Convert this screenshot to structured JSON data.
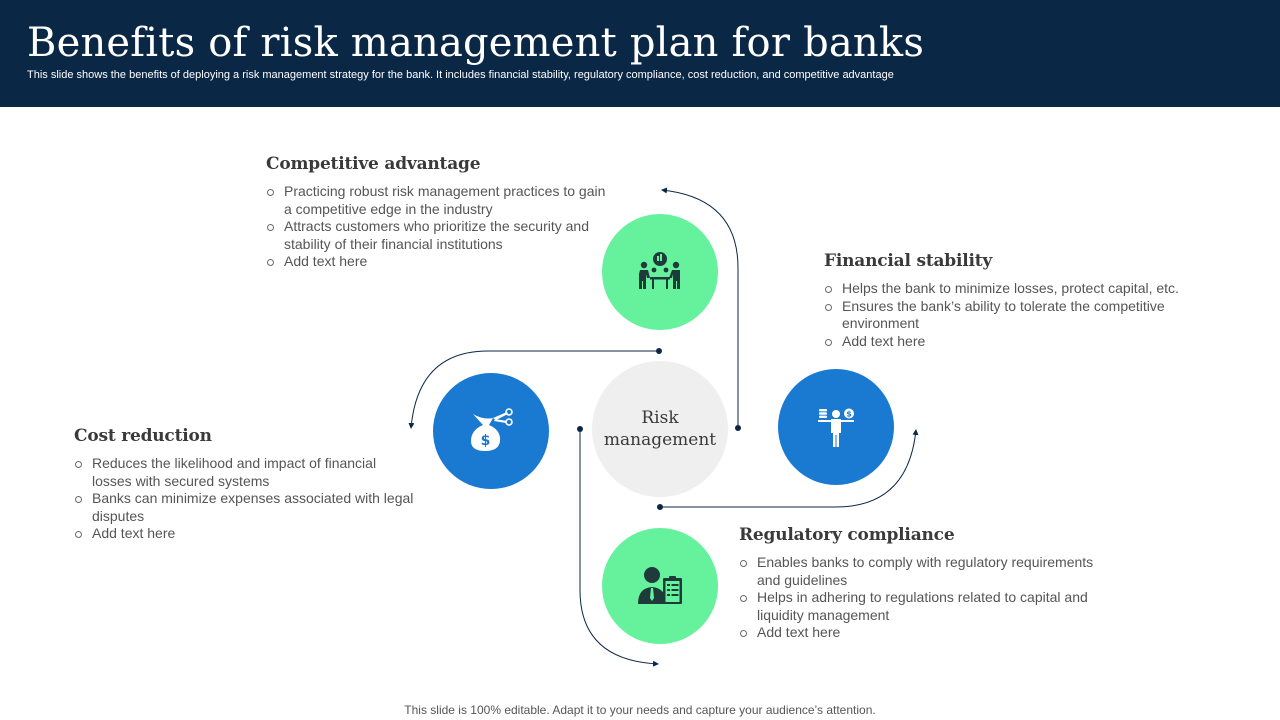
{
  "header": {
    "title": "Benefits of risk management plan for banks",
    "subtitle": "This slide shows the benefits of deploying a risk management strategy for the bank. It includes financial stability, regulatory compliance, cost reduction, and competitive advantage"
  },
  "center": {
    "line1": "Risk",
    "line2": "management"
  },
  "blocks": {
    "competitive": {
      "heading": "Competitive advantage",
      "items": [
        "Practicing robust risk management practices to gain a competitive edge in the industry",
        "Attracts customers who prioritize the security and stability of their financial institutions",
        "Add text here"
      ]
    },
    "financial": {
      "heading": "Financial stability",
      "items": [
        "Helps the bank to minimize losses, protect capital, etc.",
        "Ensures the bank’s ability to tolerate the competitive environment",
        "Add text here"
      ]
    },
    "cost": {
      "heading": "Cost reduction",
      "items": [
        "Reduces the likelihood  and impact of financial losses with secured systems",
        "Banks can minimize expenses associated with legal disputes",
        "Add text here"
      ]
    },
    "regulatory": {
      "heading": "Regulatory compliance",
      "items": [
        "Enables banks to comply with regulatory requirements and guidelines",
        "Helps in adhering to regulations related to capital and liquidity management",
        "Add text here"
      ]
    }
  },
  "icons": {
    "top": "team-meeting-icon",
    "left": "money-bag-scissors-icon",
    "right": "person-balancing-coins-icon",
    "bottom": "employee-checklist-icon"
  },
  "colors": {
    "header_bg": "#0b2746",
    "green": "#66f29c",
    "blue": "#1a7ad1",
    "center": "#efefef",
    "connector": "#0b2746"
  },
  "footer": "This slide is 100% editable. Adapt it to your needs and capture your audience’s attention."
}
